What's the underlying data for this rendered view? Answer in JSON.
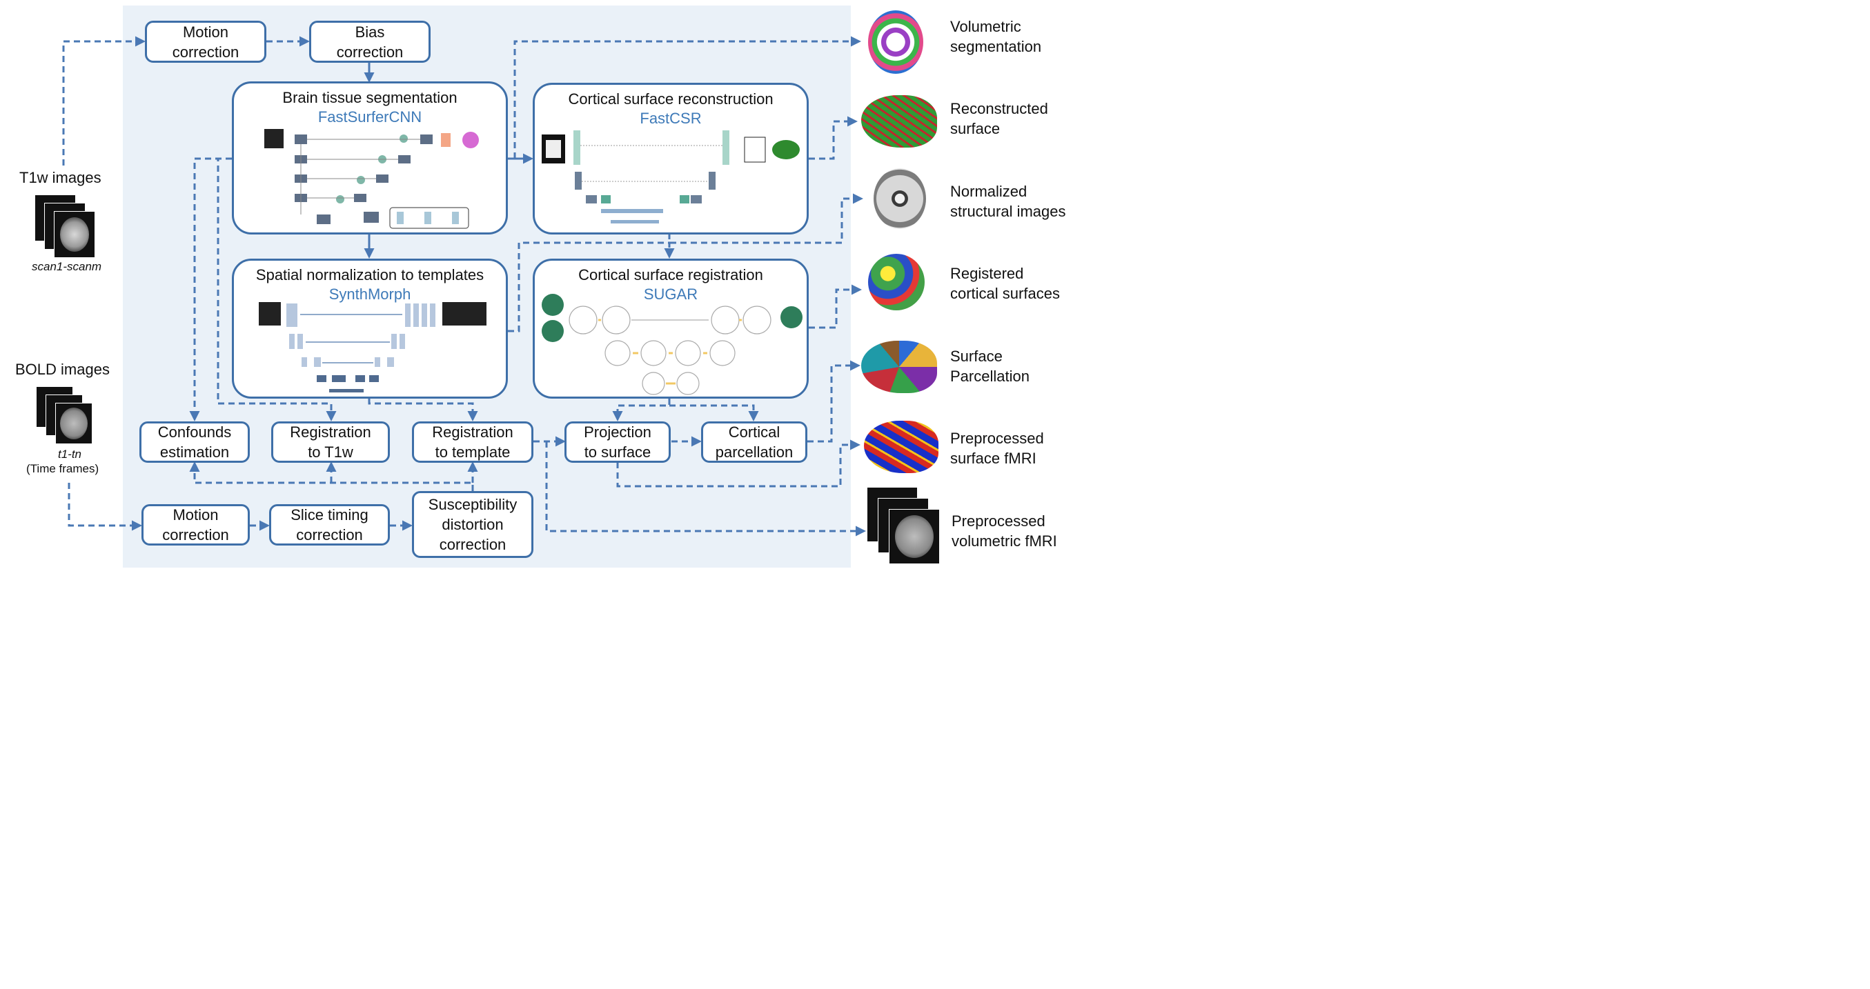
{
  "inputs": {
    "t1w_label": "T1w images",
    "t1w_range": "scan1-scanm",
    "bold_label": "BOLD images",
    "bold_range": "t1-tn",
    "bold_caption": "(Time frames)"
  },
  "anatomical": {
    "motion_correction": [
      "Motion",
      "correction"
    ],
    "bias_correction": [
      "Bias",
      "correction"
    ]
  },
  "modules": {
    "segmentation": {
      "title": "Brain tissue segmentation",
      "method": "FastSurferCNN"
    },
    "reconstruction": {
      "title": "Cortical surface reconstruction",
      "method": "FastCSR"
    },
    "normalization": {
      "title": "Spatial normalization to templates",
      "method": "SynthMorph"
    },
    "registration": {
      "title": "Cortical surface registration",
      "method": "SUGAR"
    }
  },
  "functional": {
    "confounds": [
      "Confounds",
      "estimation"
    ],
    "reg_t1w": [
      "Registration",
      "to T1w"
    ],
    "reg_template": [
      "Registration",
      "to template"
    ],
    "projection": [
      "Projection",
      "to surface"
    ],
    "parcellation": [
      "Cortical",
      "parcellation"
    ],
    "motion_correction": [
      "Motion",
      "correction"
    ],
    "slice_timing": [
      "Slice timing",
      "correction"
    ],
    "susceptibility": [
      "Susceptibility",
      "distortion",
      "correction"
    ]
  },
  "outputs": [
    [
      "Volumetric",
      "segmentation"
    ],
    [
      "Reconstructed",
      "surface"
    ],
    [
      "Normalized",
      "structural images"
    ],
    [
      "Registered",
      "cortical surfaces"
    ],
    [
      "Surface",
      "Parcellation"
    ],
    [
      "Preprocessed",
      "surface fMRI"
    ],
    [
      "Preprocessed",
      "volumetric fMRI"
    ]
  ],
  "colors": {
    "accent": "#3e6fa8",
    "method_text": "#3e7ab8",
    "panel": "#eaf1f8",
    "arrow": "#4a78b4"
  }
}
